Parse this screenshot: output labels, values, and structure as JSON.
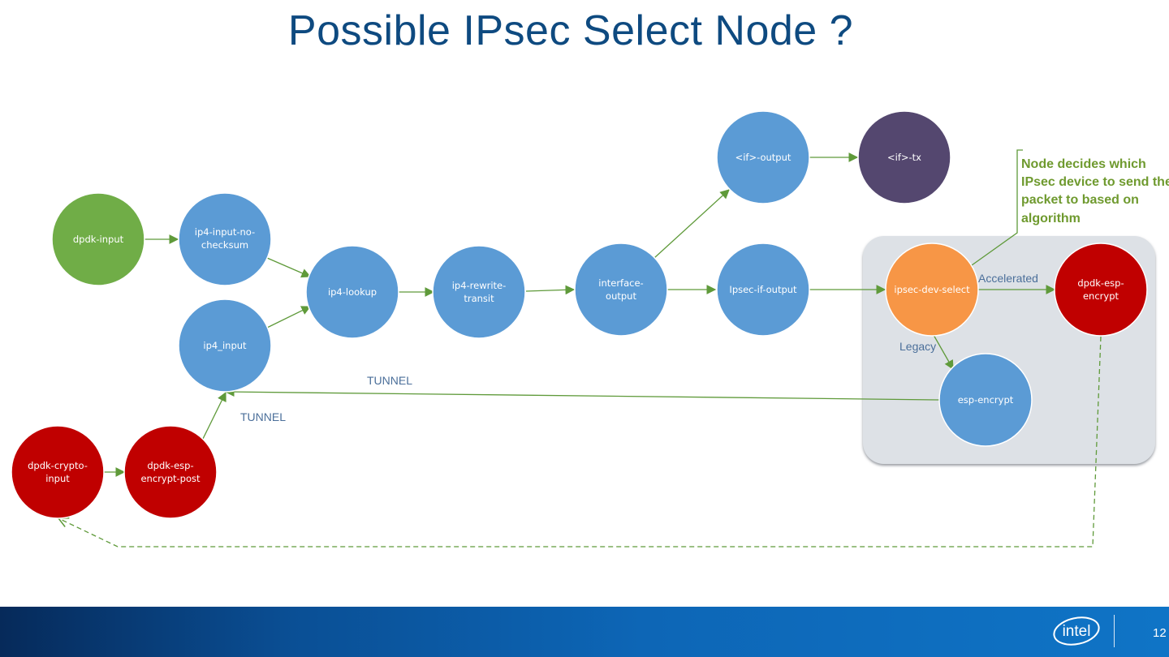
{
  "title": "Possible IPsec Select Node ?",
  "nodes": {
    "dpdk_input": [
      "dpdk-input"
    ],
    "ip4_input_no_checksum": [
      "ip4-input-no-",
      "checksum"
    ],
    "ip4_input": [
      "ip4_input"
    ],
    "ip4_lookup": [
      "ip4-lookup"
    ],
    "ip4_rewrite_transit": [
      "ip4-rewrite-",
      "transit"
    ],
    "interface_output": [
      "interface-",
      "output"
    ],
    "if_output": [
      "<if>-output"
    ],
    "if_tx": [
      "<if>-tx"
    ],
    "ipsec_if_output": [
      "Ipsec-if-output"
    ],
    "ipsec_dev_select": [
      "ipsec-dev-select"
    ],
    "dpdk_esp_encrypt": [
      "dpdk-esp-",
      "encrypt"
    ],
    "esp_encrypt": [
      "esp-encrypt"
    ],
    "dpdk_crypto_input": [
      "dpdk-crypto-",
      "input"
    ],
    "dpdk_esp_encrypt_post": [
      "dpdk-esp-",
      "encrypt-post"
    ]
  },
  "edge_labels": {
    "accelerated": "Accelerated",
    "legacy": "Legacy",
    "tunnel_top": "TUNNEL",
    "tunnel_bottom": "TUNNEL"
  },
  "callout": [
    "Node decides which",
    "IPsec device to send the",
    "packet to based on",
    "algorithm"
  ],
  "footer": {
    "logo_text": "intel",
    "page_number": "12"
  },
  "colors": {
    "blue_node": "#5b9bd5",
    "green_node": "#70ad47",
    "red_node": "#c00000",
    "orange_node": "#f79646",
    "purple_node": "#54476f",
    "arrow": "#5f9a3a",
    "group_box": "#dde1e6",
    "title": "#0e4a80"
  }
}
